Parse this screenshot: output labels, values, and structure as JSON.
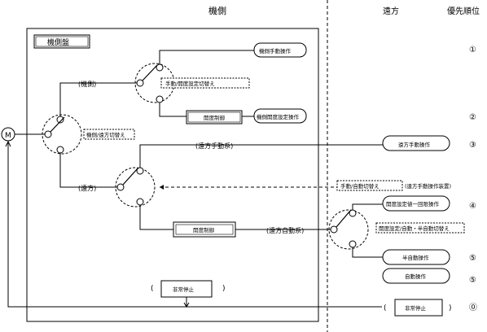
{
  "header": {
    "local": "機側",
    "remote": "遠方",
    "priority": "優先順位"
  },
  "panel_title": "機側盤",
  "motor": "M",
  "branches": {
    "local": "(機側)",
    "remote": "(遠方)",
    "remote_manual": "(遠方手動系)",
    "remote_auto": "(遠方自動系)"
  },
  "switches": {
    "local_remote": "機側/遠方切替え",
    "manual_opening": "手動/開度設定切替え",
    "manual_auto": "手動/自動切替え",
    "manual_auto_device": "(遠方手動操作装置)",
    "opening_semiauto": "開度設定/自動・半自動切替え"
  },
  "boxes": {
    "opening_control_local": "開度制御",
    "opening_control_remote": "開度制御"
  },
  "operations": {
    "local_manual": "機側手動操作",
    "local_opening": "機側開度設定操作",
    "remote_manual": "遠方手動操作",
    "opening_once": "開度設定値一回限操作",
    "semi_auto": "半自動操作",
    "auto": "自動操作"
  },
  "emergency": {
    "local": "非常停止",
    "remote": "非常停止",
    "paren_open": "(",
    "paren_close": ")"
  },
  "priority_marks": [
    "①",
    "②",
    "③",
    "④",
    "⑤",
    "⑤",
    "⓪"
  ],
  "colors": {
    "line": "#000000",
    "background": "#ffffff"
  }
}
